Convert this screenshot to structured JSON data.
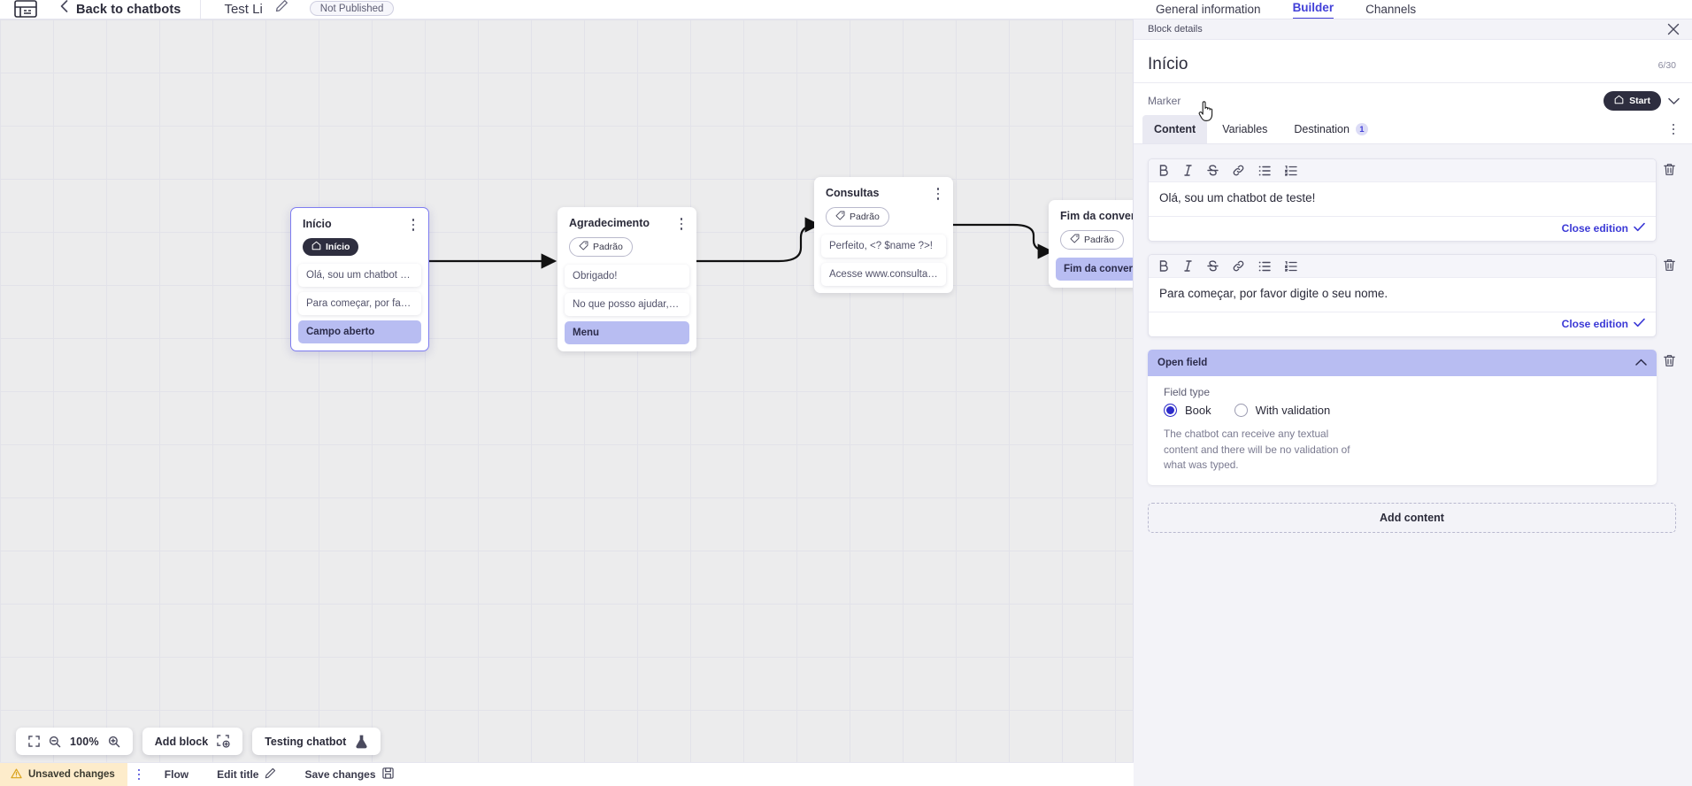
{
  "topbar": {
    "logo_icon": "chatbot-logo-icon",
    "back_label": "Back to chatbots",
    "back_icon": "chevron-left-icon",
    "chatbot_title": "Test Li",
    "edit_icon": "pencil-icon",
    "publish_status": "Not Published",
    "tabs": [
      {
        "label": "General information",
        "active": false
      },
      {
        "label": "Builder",
        "active": true
      },
      {
        "label": "Channels",
        "active": false
      }
    ]
  },
  "canvas": {
    "zoom_level": "100%",
    "fit_icon": "fit-screen-icon",
    "zoom_out_icon": "zoom-out-icon",
    "zoom_in_icon": "zoom-in-icon",
    "add_block_label": "Add block",
    "add_block_icon": "add-block-icon",
    "testing_label": "Testing chatbot",
    "testing_icon": "flask-icon",
    "nodes": [
      {
        "id": "inicio",
        "title": "Início",
        "chip": {
          "label": "Início",
          "type": "start",
          "icon": "home-icon"
        },
        "selected": true,
        "items": [
          {
            "text": "Olá, sou um chatbot de teste!",
            "highlight": false
          },
          {
            "text": "Para começar, por favor digite o ...",
            "highlight": false
          },
          {
            "text": "Campo aberto",
            "highlight": true
          }
        ]
      },
      {
        "id": "agradecimento",
        "title": "Agradecimento",
        "chip": {
          "label": "Padrão",
          "type": "default",
          "icon": "tag-icon"
        },
        "selected": false,
        "items": [
          {
            "text": "Obrigado!",
            "highlight": false
          },
          {
            "text": "No que posso ajudar, <? $name ...",
            "highlight": false
          },
          {
            "text": "Menu",
            "highlight": true
          }
        ]
      },
      {
        "id": "consultas",
        "title": "Consultas",
        "chip": {
          "label": "Padrão",
          "type": "default",
          "icon": "tag-icon"
        },
        "selected": false,
        "items": [
          {
            "text": "Perfeito, <? $name ?>!",
            "highlight": false
          },
          {
            "text": "Acesse www.consultas.com par...",
            "highlight": false
          }
        ]
      },
      {
        "id": "fim",
        "title": "Fim da conversa",
        "chip": {
          "label": "Padrão",
          "type": "default",
          "icon": "tag-icon"
        },
        "selected": false,
        "items": [
          {
            "text": "Fim da conversa",
            "highlight": true
          }
        ]
      }
    ]
  },
  "statusbar": {
    "unsaved_label": "Unsaved changes",
    "warning_icon": "warning-triangle-icon",
    "kebab_icon": "kebab-menu-icon",
    "flow_label": "Flow",
    "edit_title_label": "Edit title",
    "edit_title_icon": "pencil-icon",
    "save_label": "Save changes",
    "save_icon": "save-disk-icon"
  },
  "panel": {
    "strip_label": "Block details",
    "close_icon": "close-icon",
    "title": "Início",
    "char_count": "6/30",
    "marker_label": "Marker",
    "marker_value": "Start",
    "marker_icon": "home-icon",
    "marker_caret_icon": "chevron-down-icon",
    "kebab_icon": "kebab-menu-icon",
    "tabs": [
      {
        "label": "Content",
        "active": true,
        "badge": ""
      },
      {
        "label": "Variables",
        "active": false,
        "badge": ""
      },
      {
        "label": "Destination",
        "active": false,
        "badge": "1"
      }
    ],
    "editor_toolbar_icons": [
      "bold-icon",
      "italic-icon",
      "strikethrough-icon",
      "link-icon",
      "bullet-list-icon",
      "numbered-list-icon"
    ],
    "delete_icon": "trash-icon",
    "close_edition_label": "Close edition",
    "close_edition_icon": "check-icon",
    "editors": [
      {
        "text": "Olá, sou um chatbot de teste!"
      },
      {
        "text": "Para começar, por favor digite o seu nome."
      }
    ],
    "open_field": {
      "header": "Open field",
      "collapse_icon": "chevron-up-icon",
      "field_type_label": "Field type",
      "options": [
        {
          "label": "Book",
          "selected": true
        },
        {
          "label": "With validation",
          "selected": false
        }
      ],
      "description": "The chatbot can receive any textual content and there will be no validation of what was typed."
    },
    "add_content_label": "Add content"
  },
  "colors": {
    "accent": "#4240d8",
    "highlight": "#b8bdf2",
    "dark_chip": "#2e2e3f",
    "warning_bg": "#fdeccb"
  }
}
